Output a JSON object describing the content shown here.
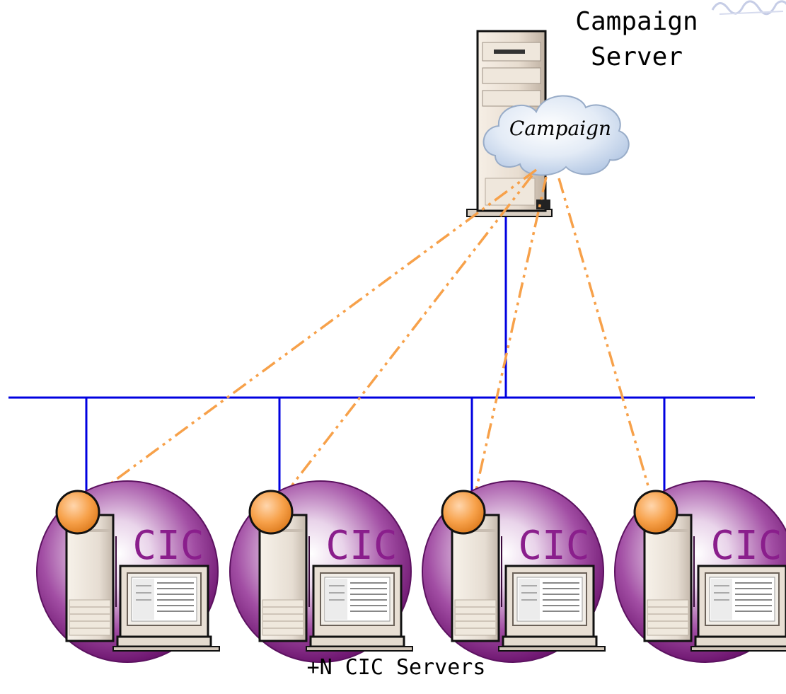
{
  "campaign_server": {
    "label_line1": "Campaign",
    "label_line2": "Server",
    "cloud_text": "Campaign"
  },
  "cic_servers": [
    {
      "label": "CIC"
    },
    {
      "label": "CIC"
    },
    {
      "label": "CIC"
    },
    {
      "label": "CIC"
    }
  ],
  "footer_label": "+N CIC Servers",
  "colors": {
    "network_line": "#0000e0",
    "dashed_link": "#f7a14a",
    "cic_circle": "#7c1c7e",
    "cic_text": "#8a1e8c",
    "node_marker": "#f7a14a"
  }
}
